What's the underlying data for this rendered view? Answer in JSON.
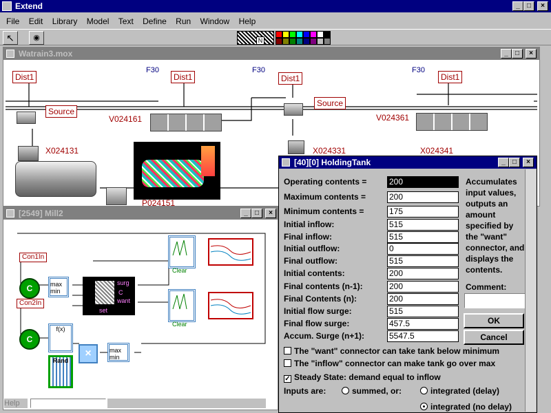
{
  "app": {
    "title": "Extend"
  },
  "menu": [
    "File",
    "Edit",
    "Library",
    "Model",
    "Text",
    "Define",
    "Run",
    "Window",
    "Help"
  ],
  "palette_colors": [
    "#ff0000",
    "#ffff00",
    "#00ff00",
    "#00ffff",
    "#0000ff",
    "#ff00ff",
    "#ffffff",
    "#000000",
    "#800000",
    "#808000",
    "#008000",
    "#008080",
    "#000080",
    "#800080",
    "#c0c0c0",
    "#808080"
  ],
  "model_window": {
    "title": "Watrain3.mox",
    "blocks": {
      "dist1": "Dist1",
      "f30": "F30",
      "source": "Source",
      "v024161": "V024161",
      "x024131": "X024131",
      "p024151": "P024151",
      "x024331": "X024331",
      "x024341": "X024341",
      "v024361": "V024361"
    }
  },
  "mill_window": {
    "title": "[2549]   Mill2",
    "con1in": "Con1In",
    "con2in": "Con2In",
    "c_label": "C",
    "maxmin": "max min",
    "fx": "f(x)",
    "rand": "Rand",
    "clear": "Clear",
    "set": "set",
    "surge": "surg",
    "c_port": "C",
    "want": "want",
    "help": "Help"
  },
  "dialog": {
    "title": "[40][0]   HoldingTank",
    "fields": [
      {
        "label": "Operating contents =",
        "value": "200"
      },
      {
        "label": "Maximum contents =",
        "value": "200"
      },
      {
        "label": "Minimum contents =",
        "value": "175"
      },
      {
        "label": "Initial inflow:",
        "value": "515"
      },
      {
        "label": "Final inflow:",
        "value": "515"
      },
      {
        "label": "Initial outflow:",
        "value": "0"
      },
      {
        "label": "Final outflow:",
        "value": "515"
      },
      {
        "label": "Initial contents:",
        "value": "200"
      },
      {
        "label": "Final contents (n-1):",
        "value": "200"
      },
      {
        "label": "Final Contents (n):",
        "value": "200"
      },
      {
        "label": "Initial flow surge:",
        "value": "515"
      },
      {
        "label": "Final flow surge:",
        "value": "457.5"
      },
      {
        "label": "Accum. Surge (n+1):",
        "value": "5547.5"
      }
    ],
    "description": "Accumulates input values, outputs an amount specified by the \"want\" connector, and displays the contents.",
    "comment_label": "Comment:",
    "ok": "OK",
    "cancel": "Cancel",
    "checks": [
      {
        "label": "The \"want\" connector can take tank below minimum",
        "checked": false
      },
      {
        "label": "The \"inflow\" connector can make tank go over max",
        "checked": false
      },
      {
        "label": "Steady State: demand equal to inflow",
        "checked": true
      }
    ],
    "inputs_are": "Inputs are:",
    "radio_summed": "summed, or:",
    "radio_integrated_delay": "integrated (delay)",
    "radio_integrated_nodelay": "integrated (no delay)"
  }
}
